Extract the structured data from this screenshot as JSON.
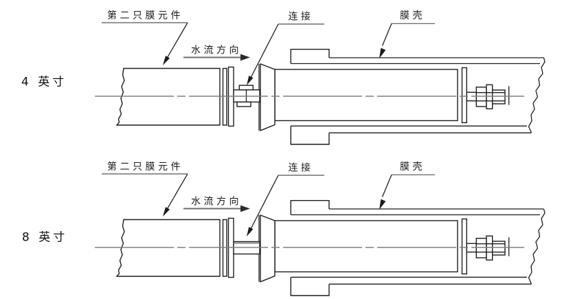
{
  "figure": {
    "description_colors": {
      "line": "#1c1c1c",
      "centerline": "#7f7f7f",
      "flow_arrow": "#6e6e6e",
      "background": "#ffffff"
    },
    "rows": [
      {
        "size_label": "4 英寸",
        "labels": {
          "second_element": "第二只膜元件",
          "flow_direction": "水流方向",
          "connector": "连接",
          "housing": "膜壳"
        }
      },
      {
        "size_label": "8 英寸",
        "labels": {
          "second_element": "第二只膜元件",
          "flow_direction": "水流方向",
          "connector": "连接",
          "housing": "膜壳"
        }
      }
    ]
  }
}
